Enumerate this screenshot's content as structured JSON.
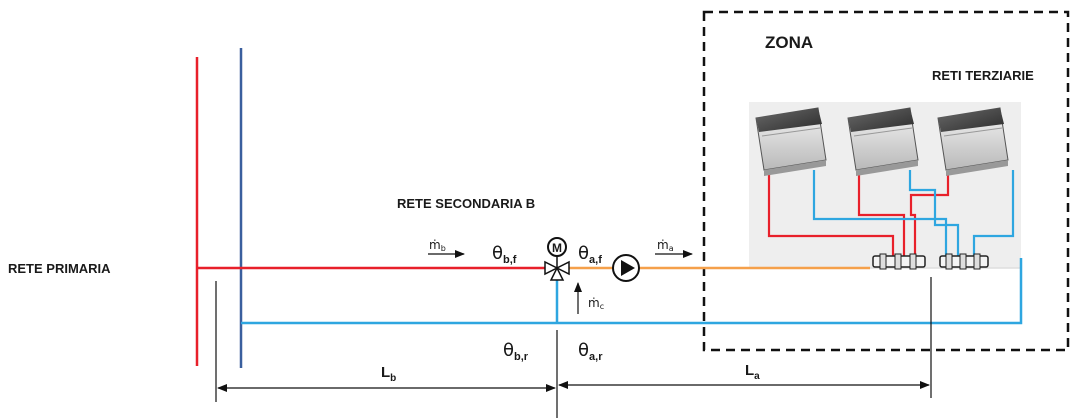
{
  "labels": {
    "zona": "ZONA",
    "reti_terziarie": "RETI TERZIARIE",
    "rete_secondaria": "RETE SECONDARIA B",
    "rete_primaria": "RETE PRIMARIA"
  },
  "symbols": {
    "mdot_b": {
      "base": "ṁ",
      "sub": "b"
    },
    "mdot_a": {
      "base": "ṁ",
      "sub": "a"
    },
    "mdot_c": {
      "base": "ṁ",
      "sub": "c"
    },
    "theta_bf": {
      "base": "θ",
      "sub": "b,f"
    },
    "theta_af": {
      "base": "θ",
      "sub": "a,f"
    },
    "theta_br": {
      "base": "θ",
      "sub": "b,r"
    },
    "theta_ar": {
      "base": "θ",
      "sub": "a,r"
    },
    "L_b": {
      "base": "L",
      "sub": "b"
    },
    "L_a": {
      "base": "L",
      "sub": "a"
    },
    "motor": "M"
  },
  "colors": {
    "supply_red": "#e8202a",
    "primary_blue": "#3a5f9e",
    "return_blue": "#2ea6e0",
    "mixed_orange": "#f5a04a",
    "zone_border": "#111111",
    "terminal_bg": "#eeeeee"
  },
  "icons": [
    "fan-coil-icon",
    "mixing-valve-icon",
    "pump-icon",
    "manifold-icon",
    "motor-icon",
    "flow-arrow-icon"
  ]
}
